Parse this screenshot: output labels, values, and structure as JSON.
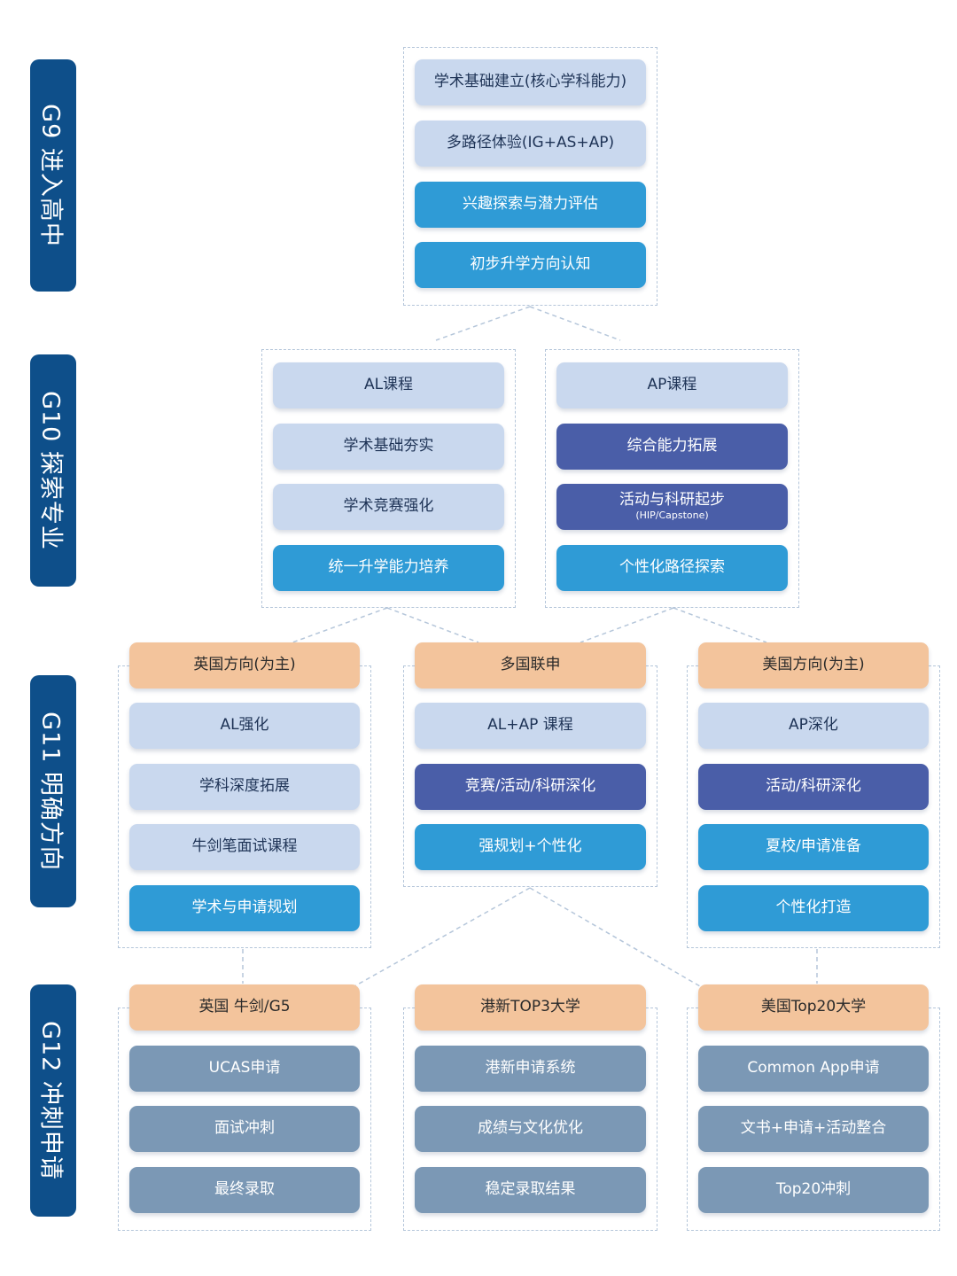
{
  "stages": {
    "g9": "G9 进入高中",
    "g10": "G10 探索专业",
    "g11": "G11 明确方向",
    "g12": "G12 冲刺申请"
  },
  "g9": {
    "items": [
      "学术基础建立(核心学科能力)",
      "多路径体验(IG+AS+AP)",
      "兴趣探索与潜力评估",
      "初步升学方向认知"
    ]
  },
  "g10": {
    "al": [
      "AL课程",
      "学术基础夯实",
      "学术竞赛强化",
      "统一升学能力培养"
    ],
    "ap": [
      "AP课程",
      "综合能力拓展",
      "活动与科研起步",
      "个性化路径探索"
    ],
    "ap_sub": "(HIP/Capstone)"
  },
  "g11": {
    "uk": [
      "英国方向(为主)",
      "AL强化",
      "学科深度拓展",
      "牛剑笔面试课程",
      "学术与申请规划"
    ],
    "multi": [
      "多国联申",
      "AL+AP 课程",
      "竞赛/活动/科研深化",
      "强规划+个性化"
    ],
    "us": [
      "美国方向(为主)",
      "AP深化",
      "活动/科研深化",
      "夏校/申请准备",
      "个性化打造"
    ]
  },
  "g12": {
    "uk": [
      "英国 牛剑/G5",
      "UCAS申请",
      "面试冲刺",
      "最终录取"
    ],
    "hk": [
      "港新TOP3大学",
      "港新申请系统",
      "成绩与文化优化",
      "稳定录取结果"
    ],
    "us": [
      "美国Top20大学",
      "Common App申请",
      "文书+申请+活动整合",
      "Top20冲刺"
    ]
  },
  "colors": {
    "stage": "#0e4f8a",
    "light": "#c9d8ee",
    "cyan": "#2f9bd6",
    "indigo": "#4a5ea8",
    "peach": "#f3c49c",
    "slate": "#7b98b5",
    "dashed": "#b5c6da"
  }
}
